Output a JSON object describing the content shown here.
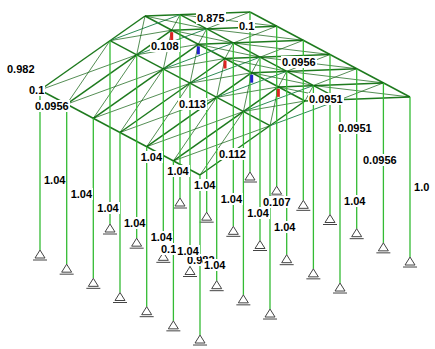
{
  "diagram": {
    "labels": [
      "0.875",
      "0.1",
      "0.982",
      "0.1",
      "0.0956",
      "0.0956",
      "0.0951",
      "0.0951",
      "0.0956",
      "0.1",
      "0.982",
      "0.108",
      "0.113",
      "0.112",
      "0.107",
      "1.04",
      "1.04",
      "1.04",
      "1.04",
      "1.04",
      "1.04",
      "1.04",
      "1.04",
      "1.04",
      "1.04",
      "1.04",
      "1.04",
      "1.04",
      "1.04",
      "1.0"
    ]
  }
}
